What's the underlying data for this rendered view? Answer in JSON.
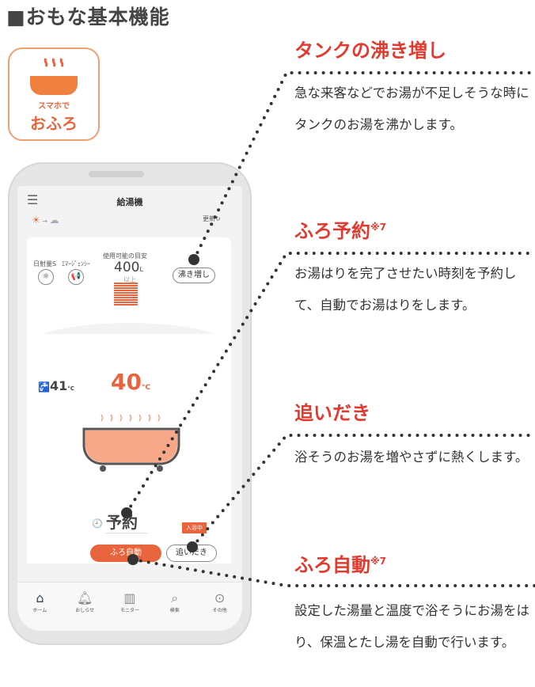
{
  "title": "■おもな基本機能",
  "app_icon": {
    "line1": "スマホで",
    "line2": "おふろ"
  },
  "phone": {
    "header": "給湯機",
    "refresh": "更新",
    "sun_label": "日射量S",
    "emergency_label": "ｴﾏｰｼﾞｪﾝｼｰ",
    "usage_label": "使用可能の目安",
    "usage_value": "400",
    "usage_unit": "L",
    "usage_note": "以上",
    "reheat_tank": "沸き増し",
    "water_temp": "41",
    "bath_temp": "40",
    "temp_unit": "°C",
    "reserve": "予約",
    "status_badge": "入浴中",
    "auto_bath": "ふろ自動",
    "reheat": "追いだき",
    "nav": [
      {
        "label": "ホーム",
        "icon": "home-icon"
      },
      {
        "label": "おしらせ",
        "icon": "bell-icon"
      },
      {
        "label": "モニター",
        "icon": "chart-icon"
      },
      {
        "label": "検索",
        "icon": "search-icon"
      },
      {
        "label": "その他",
        "icon": "more-icon"
      }
    ]
  },
  "features": [
    {
      "title": "タンクの沸き増し",
      "note": "",
      "body": "急な来客などでお湯が不足しそうな時にタンクのお湯を沸かします。"
    },
    {
      "title": "ふろ予約",
      "note": "※7",
      "body": "お湯はりを完了させたい時刻を予約して、自動でお湯はりをします。"
    },
    {
      "title": "追いだき",
      "note": "",
      "body": "浴そうのお湯を増やさずに熱くします。"
    },
    {
      "title": "ふろ自動",
      "note": "※7",
      "body": "設定した湯量と温度で浴そうにお湯をはり、保温とたし湯を自動で行います。"
    }
  ],
  "colors": {
    "accent": "#e23a2e",
    "orange": "#e8643c"
  }
}
